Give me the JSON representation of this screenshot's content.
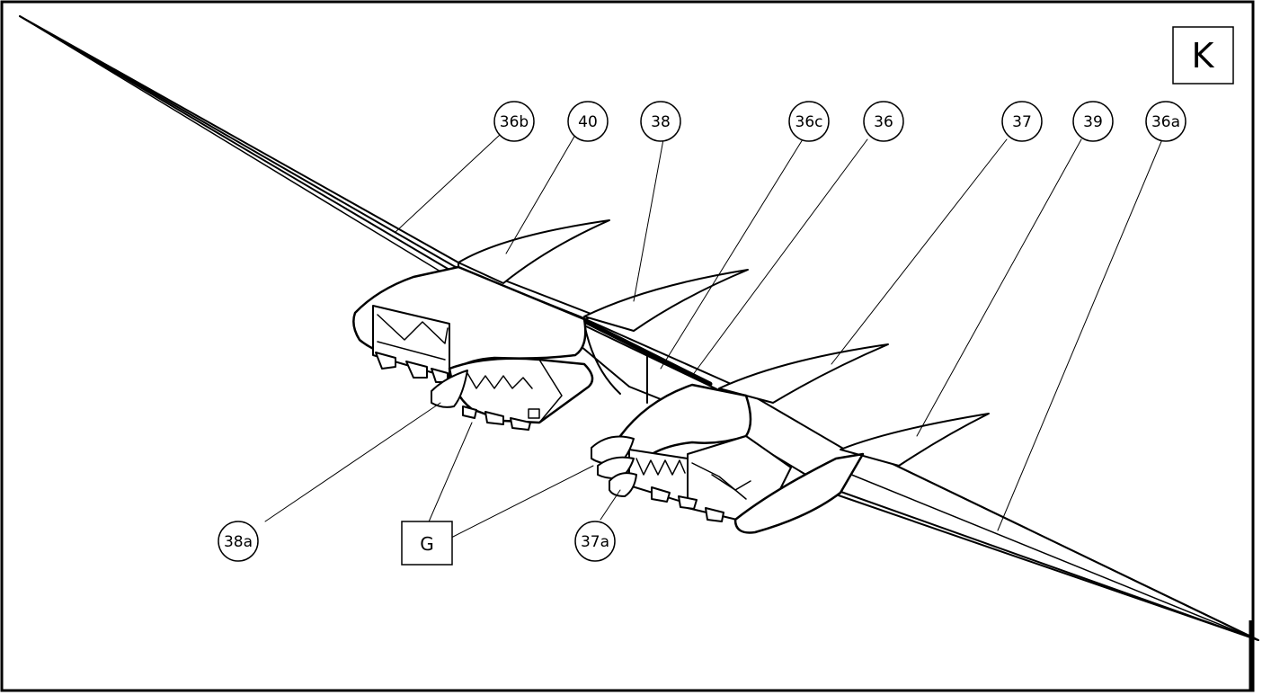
{
  "figure_label": "K",
  "labels": {
    "l36b": "36b",
    "l40": "40",
    "l38": "38",
    "l36c": "36c",
    "l36": "36",
    "l37": "37",
    "l39": "39",
    "l36a": "36a",
    "l38a": "38a",
    "lG": "G",
    "l37a": "37a"
  }
}
